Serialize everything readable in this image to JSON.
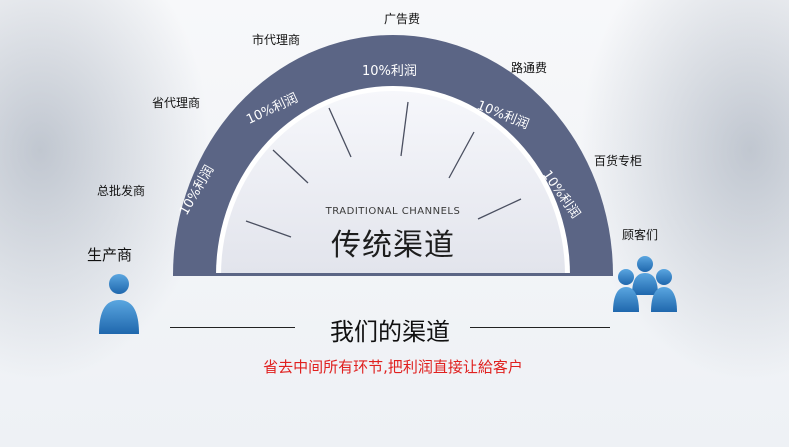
{
  "nodes": {
    "producer": "生产商",
    "wholesaler": "总批发商",
    "provincial_agent": "省代理商",
    "city_agent": "市代理商",
    "advertising": "广告费",
    "channel_fee": "路通费",
    "department_store": "百货专柜",
    "customers": "顾客们"
  },
  "profit_labels": [
    "10%利润",
    "10%利润",
    "10%利润",
    "10%利润",
    "10%利润"
  ],
  "center": {
    "english": "TRADITIONAL CHANNELS",
    "chinese": "传统渠道"
  },
  "tagline": "我们的渠道",
  "subtagline": "省去中间所有环节,把利润直接让給客户",
  "colors": {
    "arc": "#5b6585",
    "inner": "#e9eaf0",
    "accent_red": "#e0201f",
    "person_blue": "#2f7fc4"
  },
  "icons": {
    "producer": "person-icon",
    "customers": "people-group-icon"
  }
}
